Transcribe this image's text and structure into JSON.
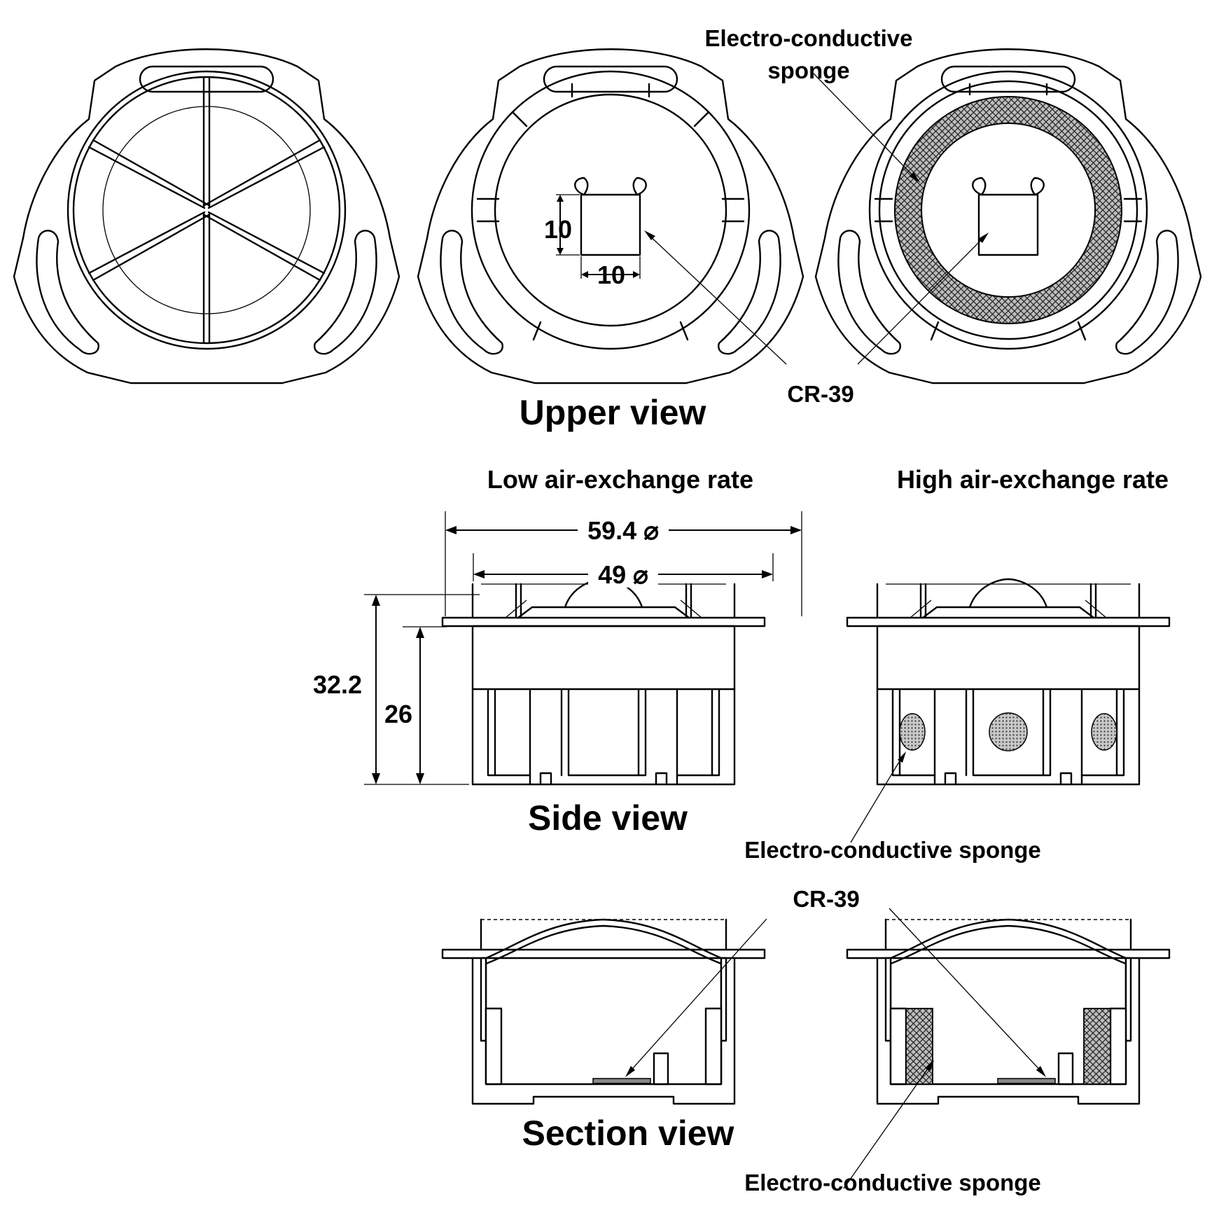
{
  "labels": {
    "upper_view": "Upper view",
    "side_view": "Side view",
    "section_view": "Section view",
    "low_rate": "Low air-exchange rate",
    "high_rate": "High air-exchange rate",
    "sponge_top_line1": "Electro-conductive",
    "sponge_top_line2": "sponge",
    "cr39_top": "CR-39",
    "sponge_side": "Electro-conductive sponge",
    "cr39_section": "CR-39",
    "sponge_section": "Electro-conductive sponge"
  },
  "dimensions": {
    "outer_diameter": "59.4 ⌀",
    "inner_diameter": "49 ⌀",
    "total_height": "32.2",
    "body_height": "26",
    "cr39_height": "10",
    "cr39_width": "10"
  }
}
